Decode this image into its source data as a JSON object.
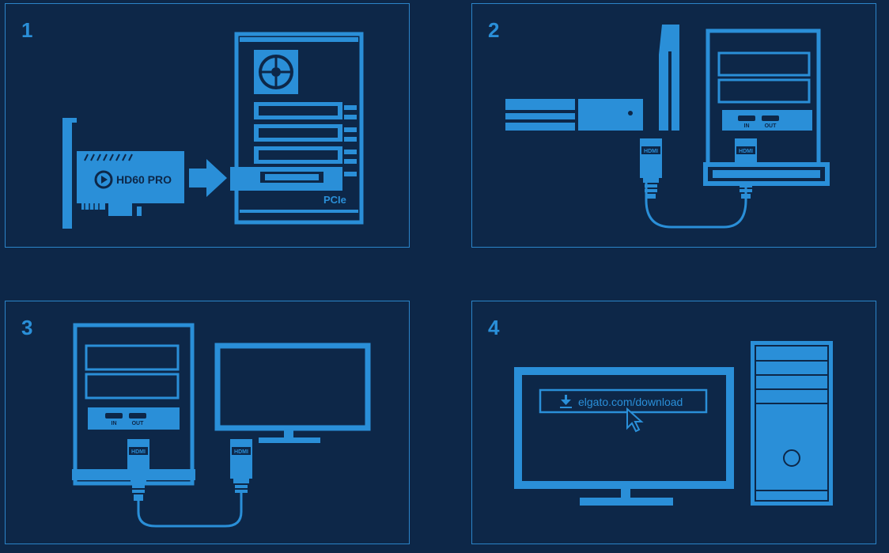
{
  "steps": [
    {
      "number": "1",
      "card_label": "HD60 PRO",
      "slot_label": "PCIe"
    },
    {
      "number": "2",
      "hdmi_label": "HDMI",
      "port_in": "IN",
      "port_out": "OUT"
    },
    {
      "number": "3",
      "hdmi_label": "HDMI",
      "port_in": "IN",
      "port_out": "OUT"
    },
    {
      "number": "4",
      "url": "elgato.com/download"
    }
  ],
  "colors": {
    "background": "#0d2748",
    "accent": "#2a8fd8",
    "frame": "#2b84c8",
    "dark": "#0d2748"
  }
}
